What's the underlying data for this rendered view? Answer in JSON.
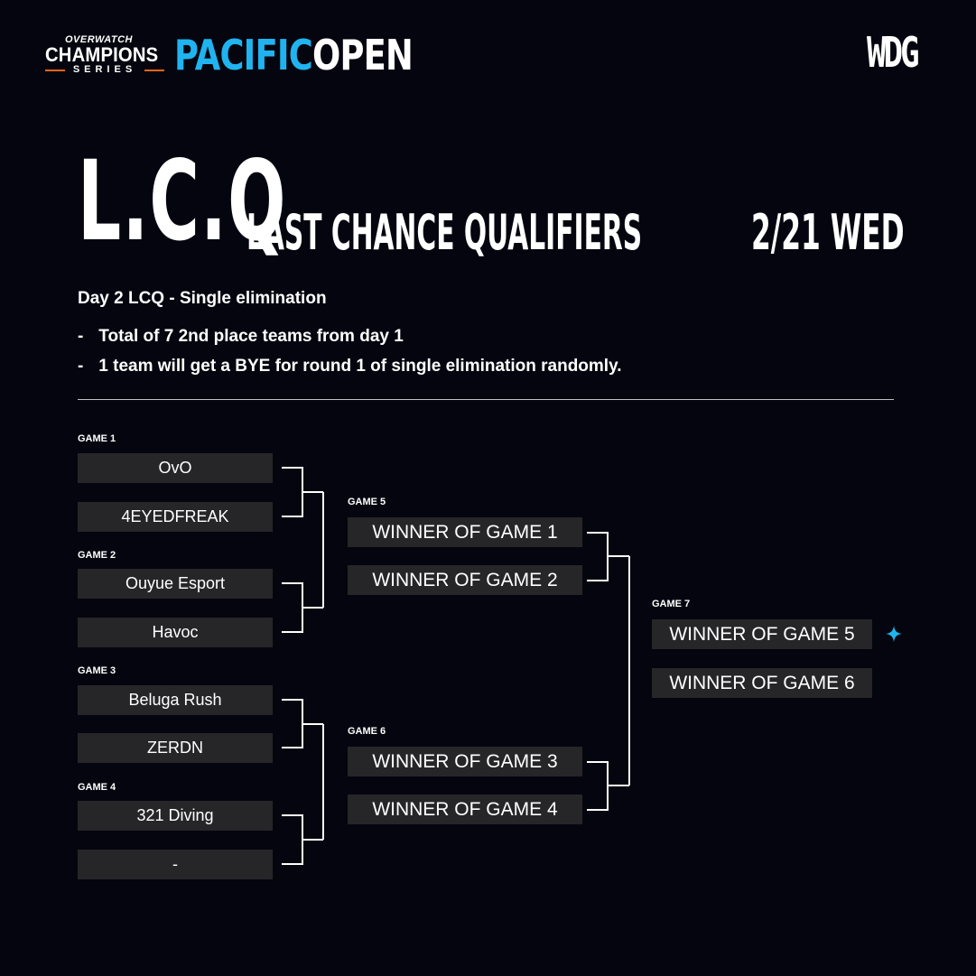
{
  "header": {
    "ow_small": "OVERWATCH",
    "ow_champions": "CHAMPIONS",
    "ow_series": "SERIES",
    "pacific": "PACIFIC",
    "open": "OPEN",
    "wdg_logo": "WDG"
  },
  "title": {
    "lcq": "L.C.Q",
    "subtitle": "LAST CHANCE QUALIFIERS",
    "date": "2/21 WED"
  },
  "info": {
    "heading": "Day 2 LCQ - Single elimination",
    "items": [
      "Total of 7 2nd place teams from day 1",
      "1 team will get a BYE for round 1 of single elimination randomly."
    ]
  },
  "bracket": {
    "round1": [
      {
        "label": "GAME 1",
        "teams": [
          "OvO",
          "4EYEDFREAK"
        ]
      },
      {
        "label": "GAME 2",
        "teams": [
          "Ouyue Esport",
          "Havoc"
        ]
      },
      {
        "label": "GAME 3",
        "teams": [
          "Beluga Rush",
          "ZERDN"
        ]
      },
      {
        "label": "GAME 4",
        "teams": [
          "321 Diving",
          "-"
        ]
      }
    ],
    "round2": [
      {
        "label": "GAME 5",
        "teams": [
          "WINNER OF GAME 1",
          "WINNER OF GAME 2"
        ]
      },
      {
        "label": "GAME 6",
        "teams": [
          "WINNER OF GAME 3",
          "WINNER OF GAME 4"
        ]
      }
    ],
    "final": {
      "label": "GAME 7",
      "teams": [
        "WINNER OF GAME 5",
        "WINNER OF GAME 6"
      ]
    }
  },
  "colors": {
    "background": "#05050f",
    "slot": "#262629",
    "accent_blue": "#1fb4f0",
    "accent_orange": "#f06414"
  },
  "icons": {
    "winner": "sparkle-icon"
  }
}
